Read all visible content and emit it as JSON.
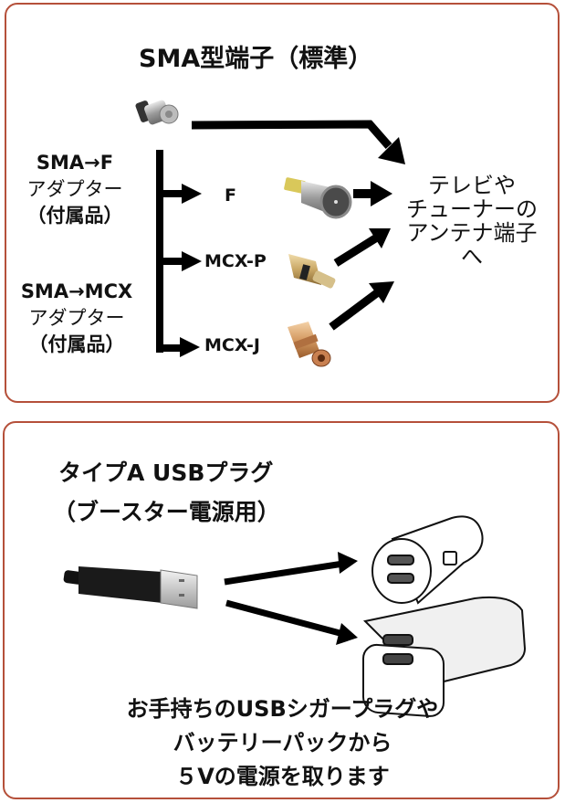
{
  "top_panel": {
    "title": "SMA型端子（標準）",
    "adapter_f": {
      "line1": "SMA→F",
      "line2": "アダプター",
      "line3": "（付属品）"
    },
    "adapter_mcx": {
      "line1": "SMA→MCX",
      "line2": "アダプター",
      "line3": "（付属品）"
    },
    "branches": [
      {
        "label": "F",
        "icon": "f-connector-icon"
      },
      {
        "label": "MCX-P",
        "icon": "mcx-plug-icon"
      },
      {
        "label": "MCX-J",
        "icon": "mcx-jack-icon"
      }
    ],
    "destination": {
      "line1": "テレビや",
      "line2": "チューナーの",
      "line3": "アンテナ端子",
      "line4": "へ"
    }
  },
  "bottom_panel": {
    "title_line1": "タイプA USBプラグ",
    "title_line2": "（ブースター電源用）",
    "source_icon": "usb-a-plug-icon",
    "targets": [
      {
        "name": "usb-car-charger",
        "icon": "usb-car-charger-icon"
      },
      {
        "name": "usb-battery-pack",
        "icon": "usb-battery-pack-icon"
      }
    ],
    "caption_line1": "お手持ちのUSBシガープラグや",
    "caption_line2": "バッテリーパックから",
    "caption_line3": "５Vの電源を取ります"
  },
  "colors": {
    "border": "#b5503a",
    "arrow": "#000000",
    "text": "#111111"
  }
}
